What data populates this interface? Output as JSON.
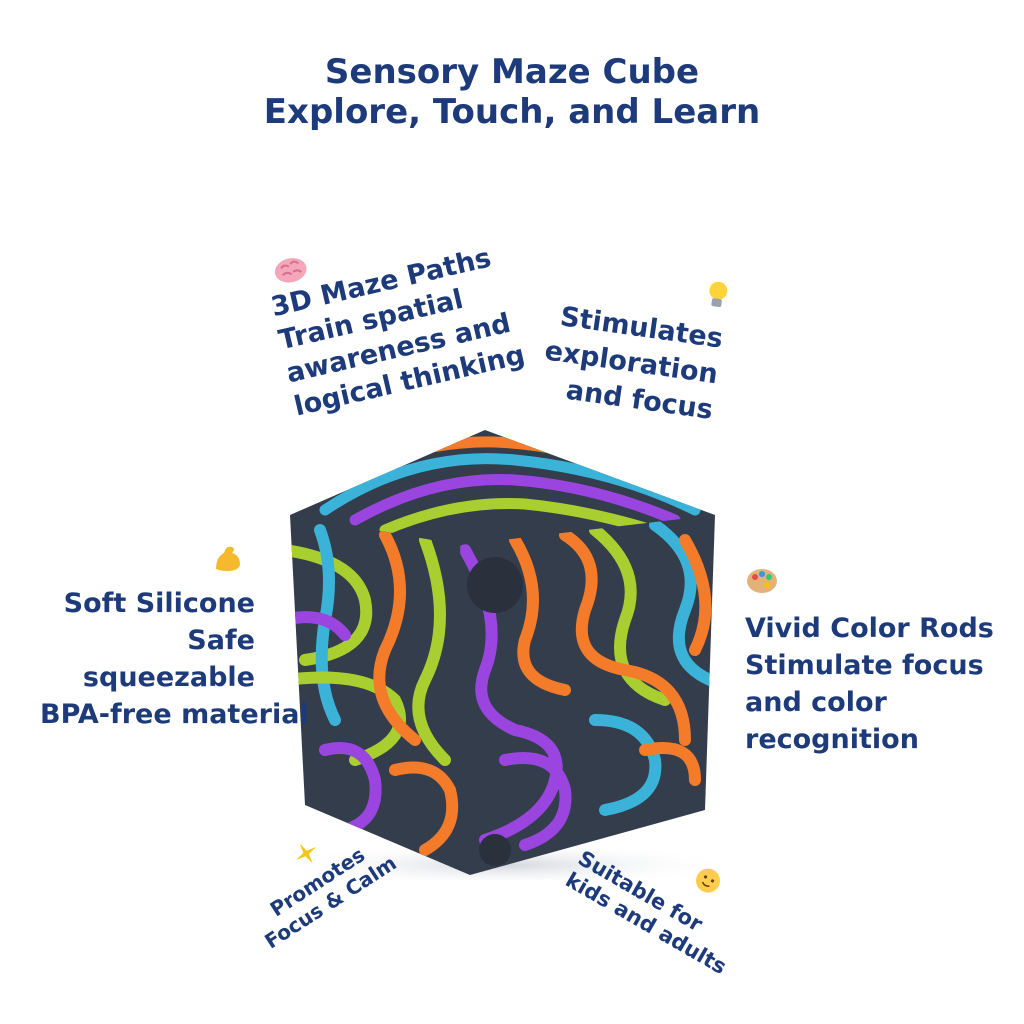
{
  "title": {
    "line1": "Sensory Maze Cube",
    "line2": "Explore, Touch, and Learn"
  },
  "features": {
    "maze": {
      "icon": "brain-icon",
      "lines": [
        "3D Maze Paths",
        "Train spatial",
        "awareness and",
        "logical thinking"
      ]
    },
    "exploration": {
      "icon": "lightbulb-icon",
      "lines": [
        "Stimulates",
        "exploration",
        "and focus"
      ]
    },
    "silicone": {
      "icon": "flexed-bicep-icon",
      "lines": [
        "Soft Silicone",
        "Safe",
        "squeezable",
        "BPA-free material"
      ]
    },
    "color": {
      "icon": "artist-palette-icon",
      "lines": [
        "Vivid Color Rods",
        "Stimulate focus",
        "and color",
        "recognition"
      ]
    },
    "calm": {
      "icon": "sparkle-icon",
      "lines": [
        "Promotes",
        "Focus & Calm"
      ]
    },
    "ages": {
      "icon": "baby-face-icon",
      "lines": [
        "Suitable for",
        "kids and adults"
      ]
    }
  },
  "colors": {
    "heading": "#1d3a7a",
    "cube_body": "#343d4b",
    "rod_orange": "#f37b2a",
    "rod_blue": "#3bb3d8",
    "rod_green": "#a8cf2f",
    "rod_purple": "#9b45e0"
  }
}
